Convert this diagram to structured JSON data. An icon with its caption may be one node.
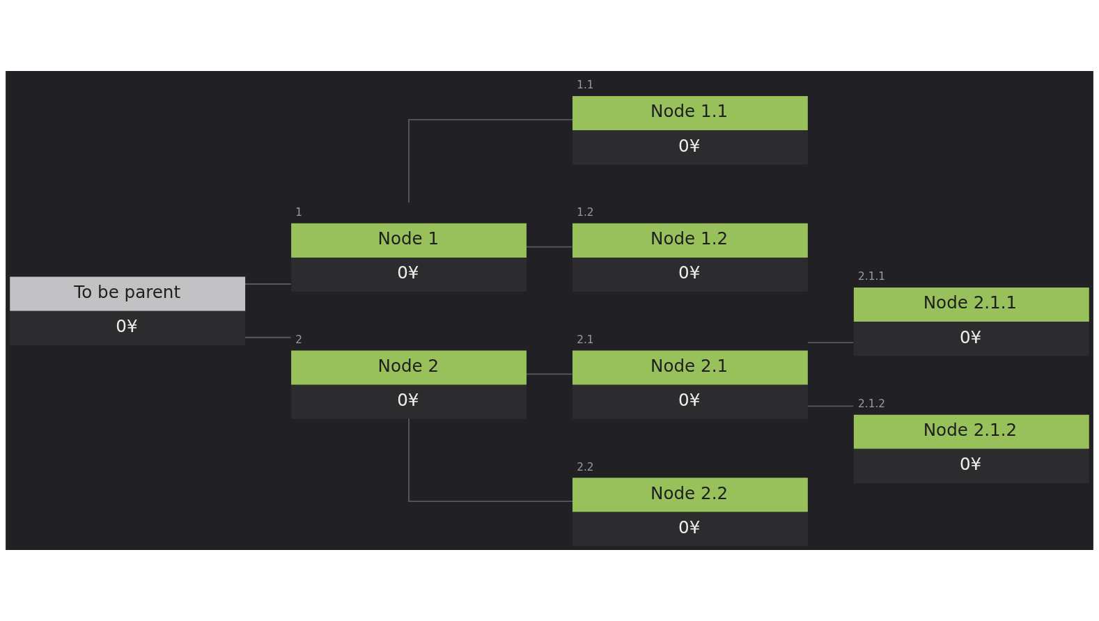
{
  "diagram": {
    "nodes": [
      {
        "text": [
          "To be parent",
          "0¥"
        ]
      },
      {
        "text": [
          "Node 1",
          "0¥"
        ],
        "beside": [
          "1"
        ]
      },
      {
        "text": [
          "Node 1.1",
          "0¥"
        ],
        "beside": [
          "1.1"
        ]
      },
      {
        "text": [
          "Node 1.2",
          "0¥"
        ],
        "beside": [
          "1.2"
        ]
      },
      {
        "text": [
          "Node 2",
          "0¥"
        ],
        "beside": [
          "2"
        ]
      },
      {
        "text": [
          "Node 2.1",
          "0¥"
        ],
        "beside": [
          "2.1"
        ]
      },
      {
        "text": [
          "Node 2.1.1",
          "0¥"
        ],
        "beside": [
          "2.1.1"
        ]
      },
      {
        "text": [
          "Node 2.1.2",
          "0¥"
        ],
        "beside": [
          "2.1.2"
        ]
      },
      {
        "text": [
          "Node 2.2",
          "0¥"
        ],
        "beside": [
          "2.2"
        ]
      }
    ],
    "edges": [
      {
        "from": 0,
        "to": 1,
        "arrow": "none"
      },
      {
        "from": 0,
        "to": 4,
        "arrow": "none"
      },
      {
        "from": 1,
        "to": 2,
        "arrow": "none"
      },
      {
        "from": 1,
        "to": 3,
        "arrow": "none"
      },
      {
        "from": 4,
        "to": 5,
        "arrow": "none"
      },
      {
        "from": 4,
        "to": 8,
        "arrow": "none"
      },
      {
        "from": 5,
        "to": 6,
        "arrow": "none"
      },
      {
        "from": 5,
        "to": 7,
        "arrow": "none"
      }
    ]
  }
}
